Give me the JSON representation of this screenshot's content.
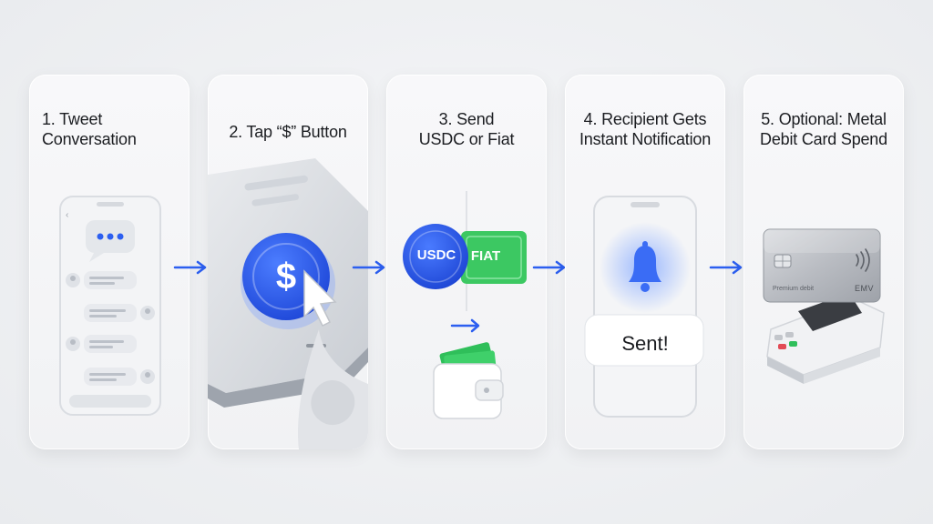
{
  "steps": [
    {
      "number": "1.",
      "line1": "Tweet",
      "line2": "Conversation"
    },
    {
      "number": "2.",
      "line1": "Tap “$” Button",
      "line2": ""
    },
    {
      "number": "3.",
      "line1": "Send",
      "line2": "USDC or Fiat"
    },
    {
      "number": "4.",
      "line1": "Recipient Gets",
      "line2": "Instant Notification"
    },
    {
      "number": "5.",
      "line1": "Optional: Metal",
      "line2": "Debit Card Spend"
    }
  ],
  "coin_symbol": "$",
  "usdc_label": "USDC",
  "fiat_label": "FIAT",
  "sent_label": "Sent!",
  "card_text": {
    "card_name": "Premium debit",
    "brand": "EMV"
  },
  "icons": [
    "chat-bubble-icon",
    "cursor-icon",
    "wallet-icon",
    "bell-icon",
    "contactless-icon",
    "card-chip-icon"
  ],
  "colors": {
    "accent_blue": "#2c5ff0",
    "cash_green": "#2fbf5a",
    "fiat_green": "#3cc862"
  }
}
